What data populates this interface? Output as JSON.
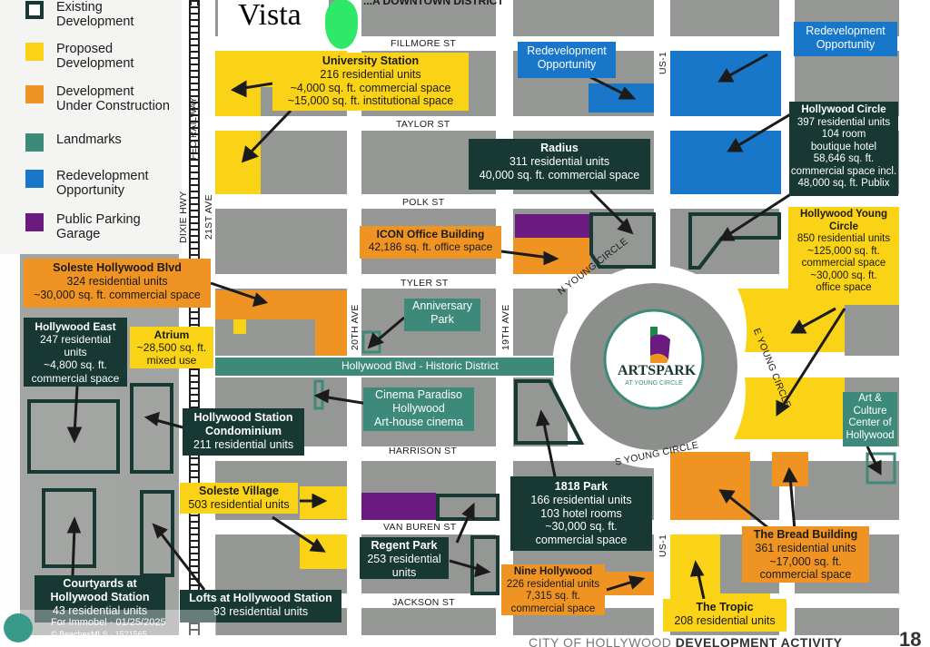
{
  "header": {
    "vista_text": "Vista",
    "cut_title": "...A DOWNTOWN DISTRICT",
    "footer_title_plain": "CITY OF HOLLYWOOD",
    "footer_title_bold": "DEVELOPMENT ACTIVITY",
    "page_number": "18"
  },
  "legend": [
    {
      "label": "Existing\nDevelopment",
      "color": "#ffffff",
      "border": "#173833"
    },
    {
      "label": "Proposed\nDevelopment",
      "color": "#fbd316"
    },
    {
      "label": "Development\nUnder Construction",
      "color": "#ef9423"
    },
    {
      "label": "Landmarks",
      "color": "#3d8a7b"
    },
    {
      "label": "Redevelopment\nOpportunity",
      "color": "#1877c9"
    },
    {
      "label": "Public Parking\nGarage",
      "color": "#6b1a80"
    }
  ],
  "streets": {
    "fillmore": "FILLMORE ST",
    "taylor": "TAYLOR ST",
    "polk": "POLK ST",
    "tyler": "TYLER ST",
    "harrison": "HARRISON ST",
    "van_buren": "VAN BUREN ST",
    "jackson": "JACKSON ST",
    "dixie": "DIXIE HWY",
    "first_ave": "21ST AVE",
    "fec": "FEC RAILWAY",
    "twentieth": "20TH AVE",
    "nineteenth": "19TH AVE",
    "us1_top": "US-1",
    "us1_bottom": "US-1",
    "n_young": "N YOUNG CIRCLE",
    "e_young": "E YOUNG CIRCLE",
    "s_young": "S YOUNG CIRCLE",
    "hollywood_blvd": "Hollywood Blvd - Historic District"
  },
  "artspark": {
    "name": "ARTSPARK",
    "sub": "AT YOUNG CIRCLE"
  },
  "labels": {
    "university": {
      "title": "University Station",
      "lines": [
        "216 residential units",
        "~4,000 sq. ft. commercial space",
        "~15,000 sq. ft. institutional space"
      ]
    },
    "redev1": {
      "title": "",
      "lines": [
        "Redevelopment",
        "Opportunity"
      ]
    },
    "redev2": {
      "title": "",
      "lines": [
        "Redevelopment",
        "Opportunity"
      ]
    },
    "hollywood_circle": {
      "title": "Hollywood Circle",
      "lines": [
        "397 residential units",
        "104 room",
        "boutique hotel",
        "58,646 sq. ft.",
        "commercial space incl.",
        "48,000 sq. ft. Publix"
      ]
    },
    "radius": {
      "title": "Radius",
      "lines": [
        "311 residential units",
        "40,000 sq. ft. commercial space"
      ]
    },
    "icon": {
      "title": "ICON Office Building",
      "lines": [
        "42,186 sq. ft. office space"
      ]
    },
    "young_circle": {
      "title": "Hollywood Young Circle",
      "lines": [
        "850 residential units",
        "~125,000 sq. ft.",
        "commercial space",
        "~30,000 sq. ft.",
        "office space"
      ]
    },
    "soleste_blvd": {
      "title": "Soleste Hollywood Blvd",
      "lines": [
        "324 residential units",
        "~30,000 sq. ft. commercial space"
      ]
    },
    "anniversary": {
      "title": "",
      "lines": [
        "Anniversary",
        "Park"
      ]
    },
    "hollywood_east": {
      "title": "Hollywood East",
      "lines": [
        "247 residential",
        "units",
        "~4,800 sq. ft.",
        "commercial space"
      ]
    },
    "atrium": {
      "title": "Atrium",
      "lines": [
        "~28,500 sq. ft.",
        "mixed use"
      ]
    },
    "cinema": {
      "title": "",
      "lines": [
        "Cinema Paradiso",
        "Hollywood",
        "Art-house cinema"
      ]
    },
    "station_condo": {
      "title": "Hollywood Station Condominium",
      "lines": [
        "211 residential units"
      ]
    },
    "art_culture": {
      "title": "",
      "lines": [
        "Art &",
        "Culture",
        "Center of",
        "Hollywood"
      ]
    },
    "soleste_village": {
      "title": "Soleste Village",
      "lines": [
        "503 residential units"
      ]
    },
    "park1818": {
      "title": "1818 Park",
      "lines": [
        "166 residential units",
        "103 hotel rooms",
        "~30,000 sq. ft.",
        "commercial space"
      ]
    },
    "regent": {
      "title": "Regent Park",
      "lines": [
        "253 residential",
        "units"
      ]
    },
    "bread": {
      "title": "The Bread Building",
      "lines": [
        "361 residential units",
        "~17,000 sq. ft.",
        "commercial space"
      ]
    },
    "nine": {
      "title": "Nine Hollywood",
      "lines": [
        "226 residential units",
        "7,315 sq. ft.",
        "commercial space"
      ]
    },
    "courtyards": {
      "title": "Courtyards at Hollywood Station",
      "lines": [
        "43 residential units"
      ]
    },
    "lofts": {
      "title": "Lofts at Hollywood Station",
      "lines": [
        "93 residential units"
      ]
    },
    "tropic": {
      "title": "The Tropic",
      "lines": [
        "208 residential units"
      ]
    }
  },
  "watermark": {
    "line1": "For Immobel · 01/25/2025",
    "line2": "© BeachesMLS · 1521565"
  }
}
